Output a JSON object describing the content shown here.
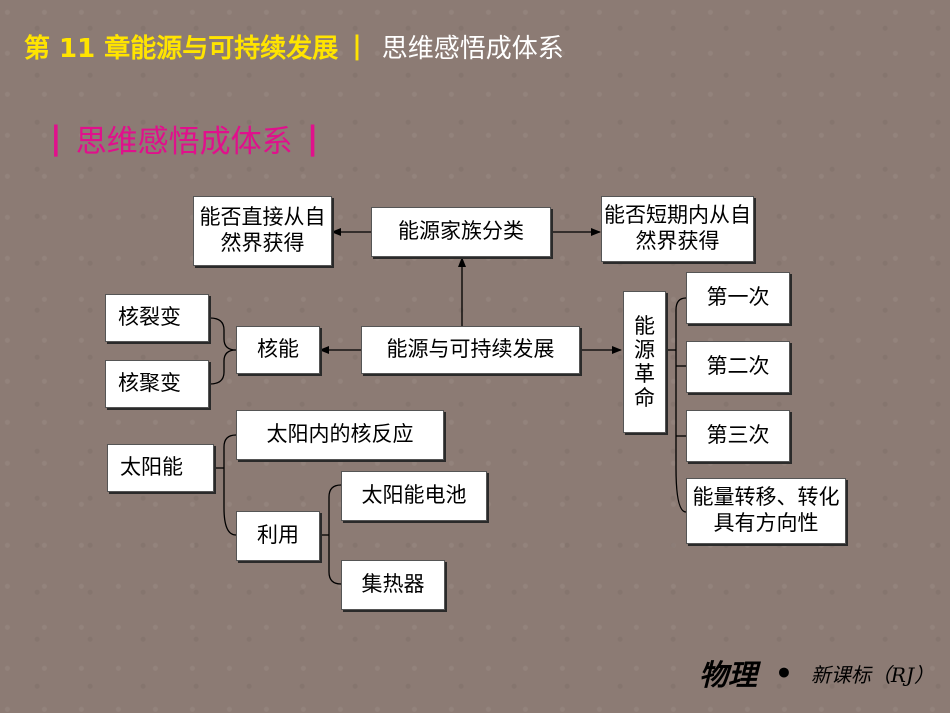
{
  "header": {
    "chapter": "第 11 章能源与可持续发展",
    "separator": "|",
    "section": "思维感悟成体系"
  },
  "section_title": {
    "bar_left": "|",
    "text": "思维感悟成体系",
    "bar_right": "|"
  },
  "nodes": {
    "center": "能源与可持续发展",
    "family": "能源家族分类",
    "direct": "能否直接从自然界获得",
    "short_term": "能否短期内从自然界获得",
    "nuclear": "核能",
    "fission": "核裂变",
    "fusion": "核聚变",
    "revolution": [
      "能",
      "源",
      "革",
      "命"
    ],
    "first": "第一次",
    "second": "第二次",
    "third": "第三次",
    "direction": "能量转移、转化具有方向性",
    "solar": "太阳能",
    "sun_reaction": "太阳内的核反应",
    "use": "利用",
    "solar_cell": "太阳能电池",
    "collector": "集热器"
  },
  "footer": {
    "subject": "物理",
    "dot": "•",
    "edition": "新课标（RJ）"
  },
  "colors": {
    "background": "#8c7b74",
    "header_accent": "#ffe400",
    "section_title": "#e0108c"
  }
}
